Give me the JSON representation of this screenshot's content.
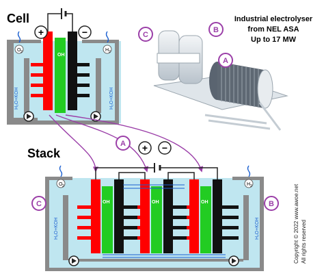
{
  "labels": {
    "cell_title": "Cell",
    "stack_title": "Stack",
    "plus": "+",
    "minus": "−",
    "o2": "O",
    "o2_sub": "2",
    "h2": "H",
    "h2_sub": "2",
    "electrolyte": "H₂O+KOH",
    "hydroxide": "OH",
    "hydroxide_sup": "−"
  },
  "callouts": {
    "a": "A",
    "b": "B",
    "c": "C"
  },
  "industrial": {
    "line1": "Industrial electrolyser",
    "line2": "from NEL ASA",
    "line3": "Up to 17 MW"
  },
  "copyright": {
    "line1": "Copyright © 2022 www.awoe.net",
    "line2": "All rights reserved"
  },
  "colors": {
    "anode": "#ff0000",
    "cathode": "#111111",
    "membrane": "#22cc22",
    "tank_fill": "#bfe6f0",
    "tank_border": "#8a8a8a",
    "callout": "#9b3fa8",
    "connector": "#9b3fa8"
  }
}
